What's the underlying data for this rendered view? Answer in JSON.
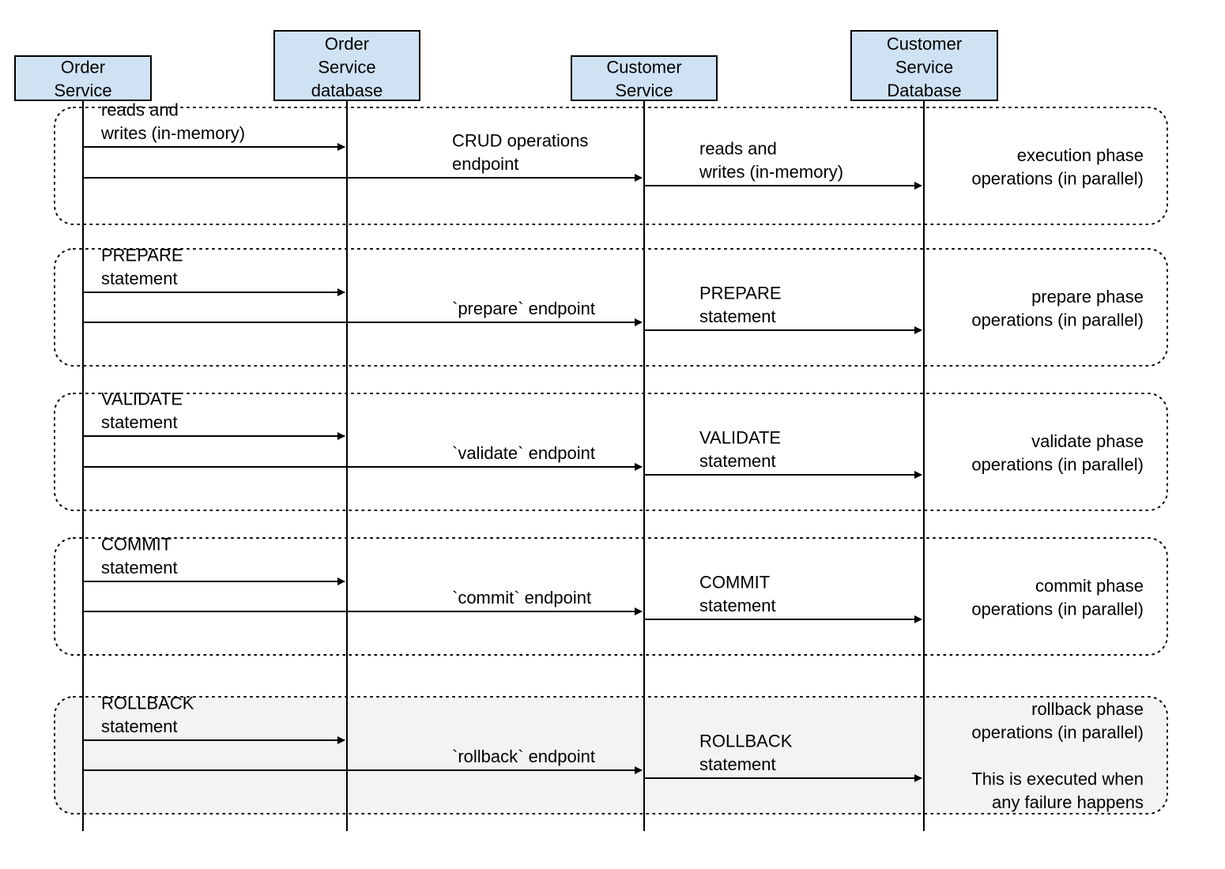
{
  "actors": [
    {
      "id": "order-service",
      "lines": [
        "Order",
        "Service"
      ]
    },
    {
      "id": "order-service-database",
      "lines": [
        "Order",
        "Service",
        "database"
      ]
    },
    {
      "id": "customer-service",
      "lines": [
        "Customer",
        "Service"
      ]
    },
    {
      "id": "customer-service-database",
      "lines": [
        "Customer",
        "Service",
        "Database"
      ]
    }
  ],
  "phases": [
    {
      "id": "execution",
      "label": [
        "execution phase",
        "operations (in parallel)"
      ],
      "shaded": false,
      "messages": [
        {
          "from": "order-service",
          "to": "order-service-database",
          "label": [
            "reads and",
            "writes (in-memory)"
          ]
        },
        {
          "from": "order-service",
          "to": "customer-service",
          "label": [
            "CRUD operations",
            "endpoint"
          ]
        },
        {
          "from": "customer-service",
          "to": "customer-service-database",
          "label": [
            "reads and",
            "writes (in-memory)"
          ]
        }
      ]
    },
    {
      "id": "prepare",
      "label": [
        "prepare phase",
        "operations (in parallel)"
      ],
      "shaded": false,
      "messages": [
        {
          "from": "order-service",
          "to": "order-service-database",
          "label": [
            "PREPARE",
            "statement"
          ]
        },
        {
          "from": "order-service",
          "to": "customer-service",
          "label": [
            "`prepare` endpoint"
          ]
        },
        {
          "from": "customer-service",
          "to": "customer-service-database",
          "label": [
            "PREPARE",
            "statement"
          ]
        }
      ]
    },
    {
      "id": "validate",
      "label": [
        "validate phase",
        "operations (in parallel)"
      ],
      "shaded": false,
      "messages": [
        {
          "from": "order-service",
          "to": "order-service-database",
          "label": [
            "VALIDATE",
            "statement"
          ]
        },
        {
          "from": "order-service",
          "to": "customer-service",
          "label": [
            "`validate` endpoint"
          ]
        },
        {
          "from": "customer-service",
          "to": "customer-service-database",
          "label": [
            "VALIDATE",
            "statement"
          ]
        }
      ]
    },
    {
      "id": "commit",
      "label": [
        "commit phase",
        "operations (in parallel)"
      ],
      "shaded": false,
      "messages": [
        {
          "from": "order-service",
          "to": "order-service-database",
          "label": [
            "COMMIT",
            "statement"
          ]
        },
        {
          "from": "order-service",
          "to": "customer-service",
          "label": [
            "`commit` endpoint"
          ]
        },
        {
          "from": "customer-service",
          "to": "customer-service-database",
          "label": [
            "COMMIT",
            "statement"
          ]
        }
      ]
    },
    {
      "id": "rollback",
      "label": [
        "rollback phase",
        "operations (in parallel)",
        "",
        "This is executed when",
        "any failure happens"
      ],
      "shaded": true,
      "messages": [
        {
          "from": "order-service",
          "to": "order-service-database",
          "label": [
            "ROLLBACK",
            "statement"
          ]
        },
        {
          "from": "order-service",
          "to": "customer-service",
          "label": [
            "`rollback` endpoint"
          ]
        },
        {
          "from": "customer-service",
          "to": "customer-service-database",
          "label": [
            "ROLLBACK",
            "statement"
          ]
        }
      ]
    }
  ],
  "colors": {
    "actor_fill": "#cfe2f3",
    "shaded_phase_fill": "#f3f3f3",
    "line": "#000000"
  }
}
